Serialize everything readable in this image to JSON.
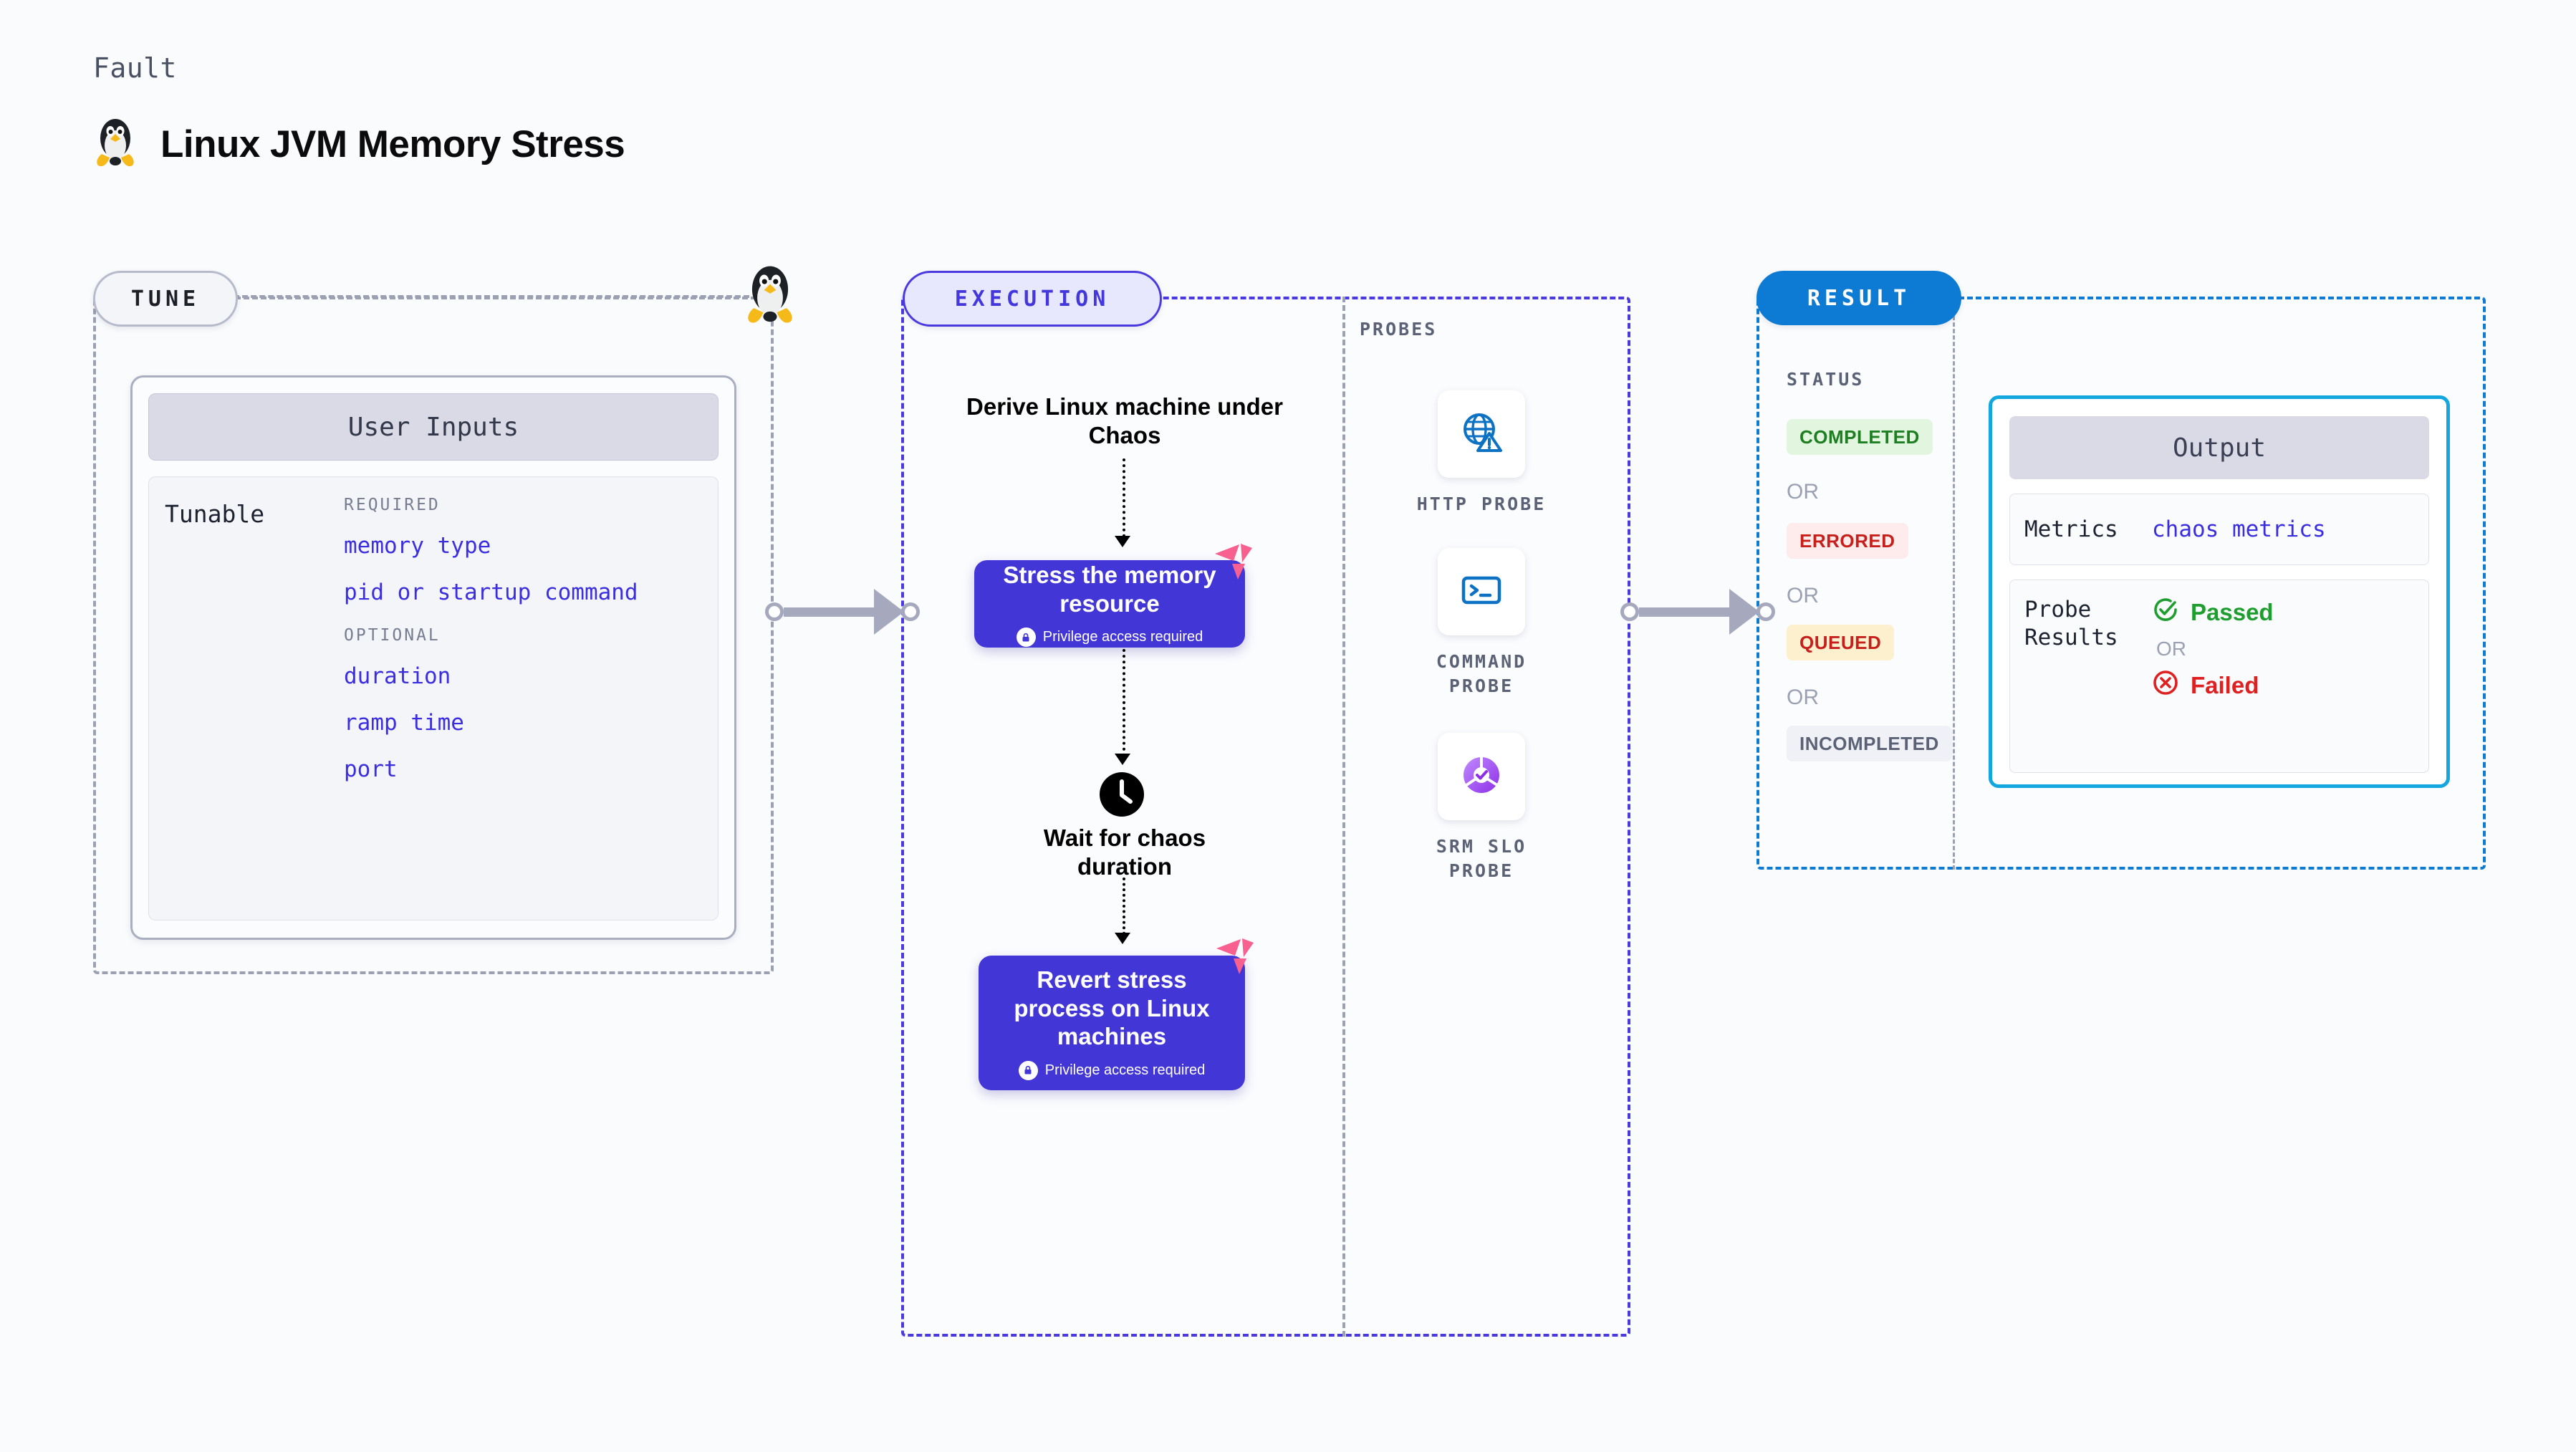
{
  "header": {
    "eyebrow": "Fault",
    "title": "Linux JVM Memory Stress",
    "icon": "linux-penguin-icon"
  },
  "stages": {
    "tune": {
      "pill_label": "TUNE",
      "card": {
        "header": "User Inputs",
        "tunable_label": "Tunable",
        "groups": [
          {
            "title": "REQUIRED",
            "items": [
              "memory type",
              "pid or startup command"
            ]
          },
          {
            "title": "OPTIONAL",
            "items": [
              "duration",
              "ramp time",
              "port"
            ]
          }
        ]
      }
    },
    "execution": {
      "pill_label": "EXECUTION",
      "steps": [
        {
          "kind": "text",
          "label": "Derive Linux machine\nunder Chaos"
        },
        {
          "kind": "task",
          "label": "Stress the\nmemory resource",
          "note": "Privilege access required"
        },
        {
          "kind": "wait",
          "label": "Wait for chaos\nduration",
          "icon": "clock-icon"
        },
        {
          "kind": "task",
          "label": "Revert stress\nprocess on Linux\nmachines",
          "note": "Privilege access required"
        }
      ],
      "step_titles": {
        "derive": "Derive Linux machine under Chaos",
        "stress": "Stress the memory resource",
        "wait": "Wait for chaos duration",
        "revert": "Revert stress process on Linux machines"
      },
      "privilege_note": "Privilege access required"
    },
    "probes": {
      "label": "PROBES",
      "items": [
        {
          "caption": "HTTP PROBE",
          "icon": "globe-warning-icon"
        },
        {
          "caption": "COMMAND PROBE",
          "icon": "terminal-icon"
        },
        {
          "caption": "SRM SLO PROBE",
          "icon": "slo-donut-check-icon"
        }
      ]
    },
    "result": {
      "pill_label": "RESULT",
      "status_label": "STATUS",
      "or_label": "OR",
      "statuses": [
        {
          "label": "COMPLETED",
          "bg": "#e1f5df",
          "fg": "#1e7e22"
        },
        {
          "label": "ERRORED",
          "bg": "#fdeceb",
          "fg": "#c7201c"
        },
        {
          "label": "QUEUED",
          "bg": "#fcf0ce",
          "fg": "#c7201c"
        },
        {
          "label": "INCOMPLETED",
          "bg": "#f0f1f6",
          "fg": "#5b6275"
        }
      ],
      "output": {
        "header": "Output",
        "metrics_key": "Metrics",
        "metrics_value": "chaos metrics",
        "probe_results_key": "Probe\nResults",
        "probe_results_key_line1": "Probe",
        "probe_results_key_line2": "Results",
        "passed_label": "Passed",
        "failed_label": "Failed",
        "or_label": "OR"
      }
    }
  },
  "colors": {
    "execution_accent": "#4b39e0",
    "execution_fill": "#e7e8fd",
    "result_accent": "#0d7bd4",
    "result_fill": "#eefafd",
    "tune_accent": "#9ba0b2",
    "node_purple": "#4336d6",
    "harness_pink": "#f8608f",
    "output_border": "#13a7e0",
    "tunable_link": "#3b2ee0"
  }
}
